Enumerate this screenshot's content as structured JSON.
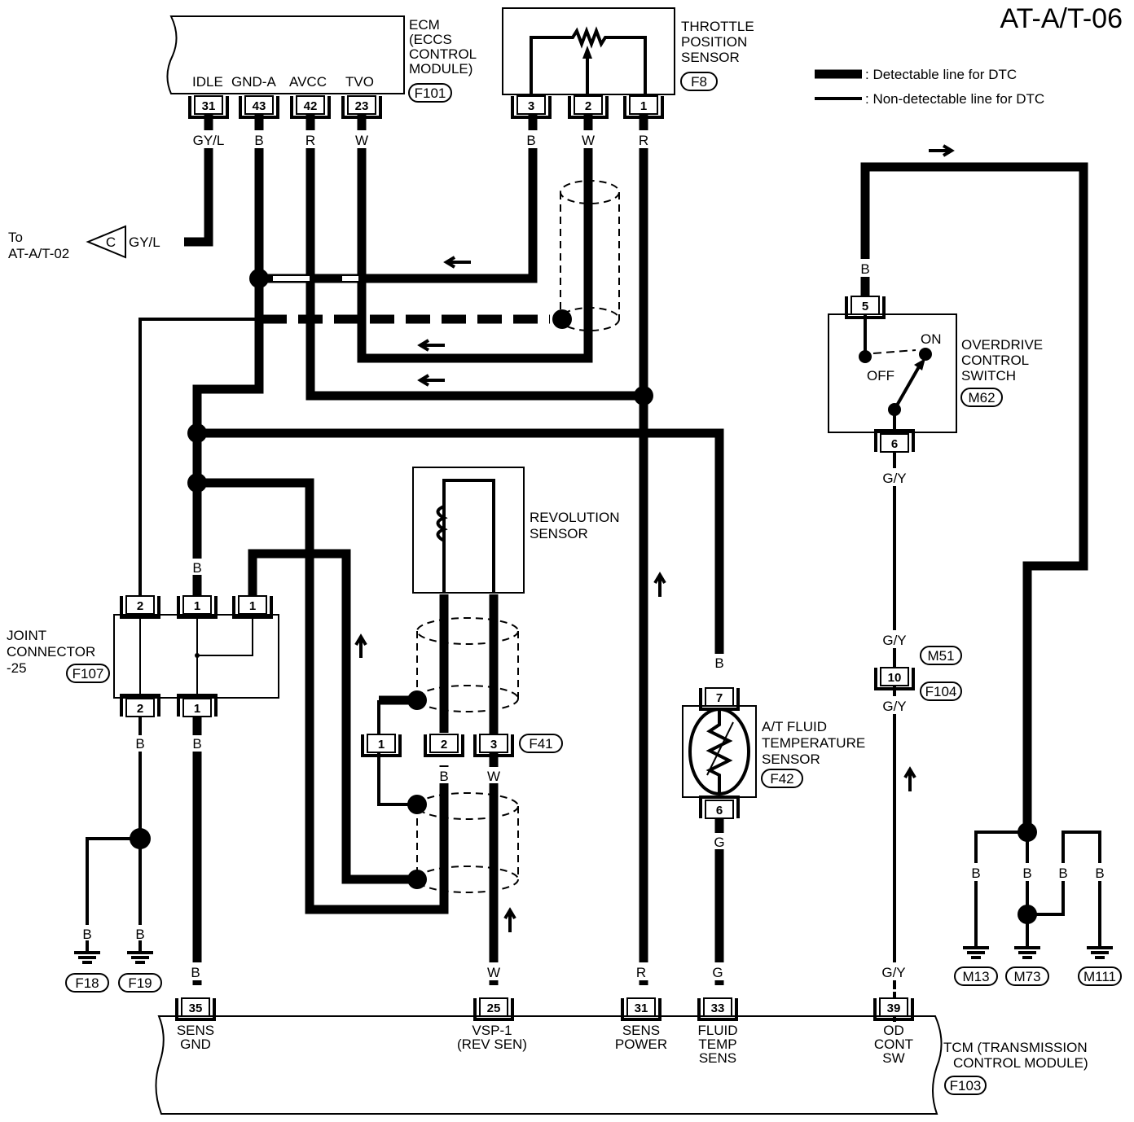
{
  "page": {
    "title": "AT-A/T-06",
    "legend": {
      "detectable": ": Detectable line for DTC",
      "non_detectable": ": Non-detectable line for DTC"
    }
  },
  "ecm": {
    "name_lines": [
      "ECM",
      "(ECCS",
      "CONTROL",
      "MODULE)"
    ],
    "connector": "F101",
    "terminals": [
      {
        "name": "IDLE",
        "pin": "31",
        "wire": "GY/L"
      },
      {
        "name": "GND-A",
        "pin": "43",
        "wire": "B"
      },
      {
        "name": "AVCC",
        "pin": "42",
        "wire": "R"
      },
      {
        "name": "TVO",
        "pin": "23",
        "wire": "W"
      }
    ]
  },
  "tps": {
    "name_lines": [
      "THROTTLE",
      "POSITION",
      "SENSOR"
    ],
    "connector": "F8",
    "pins": [
      {
        "pin": "3",
        "wire": "B"
      },
      {
        "pin": "2",
        "wire": "W"
      },
      {
        "pin": "1",
        "wire": "R"
      }
    ]
  },
  "offpage": {
    "to_lines": [
      "To",
      "AT-A/T-02"
    ],
    "symbol": "C",
    "wire": "GY/L"
  },
  "joint_connector": {
    "name_lines": [
      "JOINT",
      "CONNECTOR",
      "-25"
    ],
    "connector": "F107",
    "top_pins": [
      "2",
      "1",
      "1"
    ],
    "bottom_pins": [
      "2",
      "1"
    ],
    "wire_top": "B",
    "wire_bottom_left": "B",
    "wire_bottom_right": "B"
  },
  "grounds_left": {
    "wires": [
      "B",
      "B"
    ],
    "connectors": [
      "F18",
      "F19"
    ]
  },
  "revolution_sensor": {
    "name_lines": [
      "REVOLUTION",
      "SENSOR"
    ],
    "connector": "F41",
    "pins": [
      "1",
      "2",
      "3"
    ],
    "wires": [
      "B",
      "W"
    ]
  },
  "fluid_temp_sensor": {
    "name_lines": [
      "A/T FLUID",
      "TEMPERATURE",
      "SENSOR"
    ],
    "connector": "F42",
    "pins": [
      "7",
      "6"
    ],
    "wire_top": "B",
    "wire_bottom": "G"
  },
  "od_switch": {
    "name_lines": [
      "OVERDRIVE",
      "CONTROL",
      "SWITCH"
    ],
    "connector": "M62",
    "pins": [
      "5",
      "6"
    ],
    "wire_top": "B",
    "wire_bottom": "G/Y",
    "off_label": "OFF",
    "on_label": "ON"
  },
  "inline_connector": {
    "pin": "10",
    "connectors": [
      "M51",
      "F104"
    ],
    "wires": [
      "G/Y",
      "G/Y"
    ]
  },
  "grounds_right": {
    "wires": [
      "B",
      "B",
      "B",
      "B"
    ],
    "connectors": [
      "M13",
      "M73",
      "M111"
    ]
  },
  "tcm": {
    "name_lines": [
      "TCM (TRANSMISSION",
      "CONTROL MODULE)"
    ],
    "connector": "F103",
    "terminals": [
      {
        "pin": "35",
        "wire": "B",
        "name_lines": [
          "SENS",
          "GND"
        ]
      },
      {
        "pin": "25",
        "wire": "W",
        "name_lines": [
          "VSP-1",
          "(REV SEN)"
        ]
      },
      {
        "pin": "31",
        "wire": "R",
        "name_lines": [
          "SENS",
          "POWER"
        ]
      },
      {
        "pin": "33",
        "wire": "G",
        "name_lines": [
          "FLUID",
          "TEMP",
          "SENS"
        ]
      },
      {
        "pin": "39",
        "wire": "G/Y",
        "name_lines": [
          "OD",
          "CONT",
          "SW"
        ]
      }
    ]
  }
}
